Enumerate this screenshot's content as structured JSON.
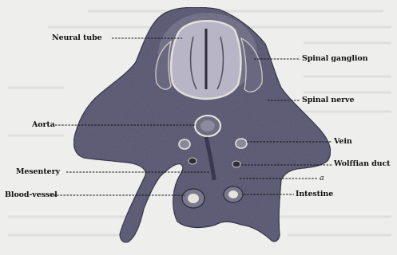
{
  "figure": {
    "labels": {
      "neural_tube": "Neural tube",
      "spinal_ganglion": "Spinal ganglion",
      "spinal_nerve": "Spinal nerve",
      "aorta": "Aorta",
      "vein": "Vein",
      "wolffian_duct": "Wolffian duct",
      "mesentery": "Mesentery",
      "a": "a",
      "blood_vessel": "Blood-vessel",
      "intestine": "Intestine"
    },
    "colors": {
      "page": "#eeeeec",
      "tissue": "#5c5a72",
      "tissue_light": "#9a98ac",
      "ink": "#111111",
      "lumen": "#e6e4dc"
    }
  }
}
